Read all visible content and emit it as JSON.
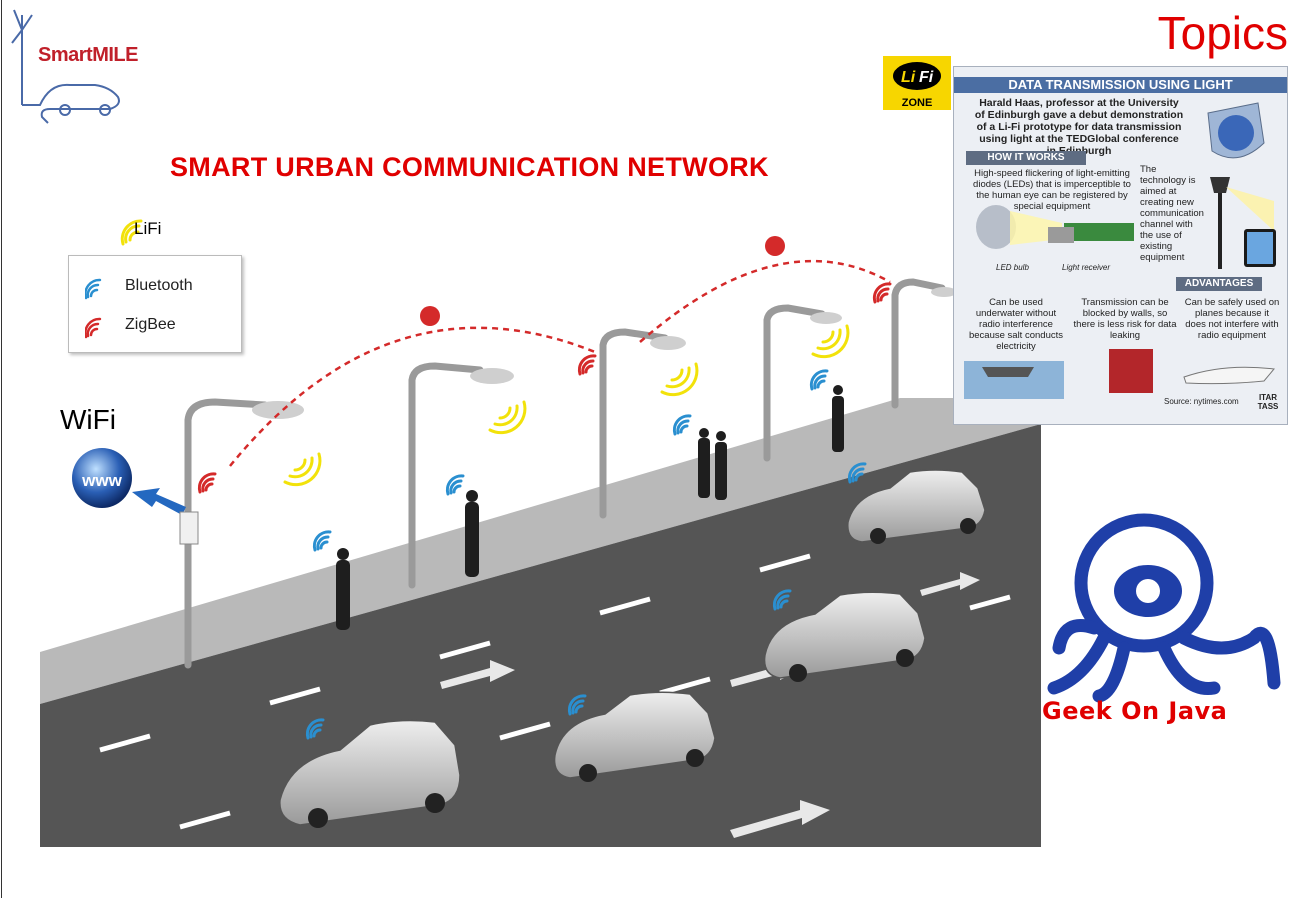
{
  "logo": {
    "text": "SmartMILE"
  },
  "topics": "Topics",
  "title": "SMART URBAN COMMUNICATION NETWORK",
  "legend": {
    "lifi": "LiFi",
    "items": [
      {
        "label": "Bluetooth",
        "color": "#2a8fd0"
      },
      {
        "label": "ZigBee",
        "color": "#d42a2a"
      }
    ]
  },
  "wifi": {
    "label": "WiFi",
    "globe_text": "www"
  },
  "lifi_badge": {
    "li": "Li",
    "fi": "Fi",
    "zone": "ZONE"
  },
  "info": {
    "header": "DATA TRANSMISSION USING LIGHT",
    "intro": "Harald Haas, professor at the University of Edinburgh gave a debut demonstration of a Li-Fi prototype for data transmission using light at the TEDGlobal conference in Edinburgh",
    "how_it_works": "HOW IT WORKS",
    "how_text": "High-speed flickering of light-emitting diodes (LEDs) that is imperceptible to the human eye can be registered by special equipment",
    "tech_text": "The technology is aimed at creating new communication channel with the use of existing equipment",
    "led_bulb": "LED bulb",
    "light_receiver": "Light receiver",
    "advantages": "ADVANTAGES",
    "adv1": "Can be used underwater without radio interference because salt conducts electricity",
    "adv2": "Transmission can be blocked by walls, so there is less risk for data leaking",
    "adv3": "Can be safely used on planes because it does not interfere with radio equipment",
    "source": "Source: nytimes.com",
    "agency": "ITAR TASS"
  },
  "geek": {
    "text": "Geek On Java"
  },
  "colors": {
    "title_red": "#e00000",
    "lifi_yellow": "#f2e20a",
    "bluetooth_blue": "#2a8fd0",
    "zigbee_red": "#d42a2a",
    "geek_blue": "#1f3fa8"
  }
}
